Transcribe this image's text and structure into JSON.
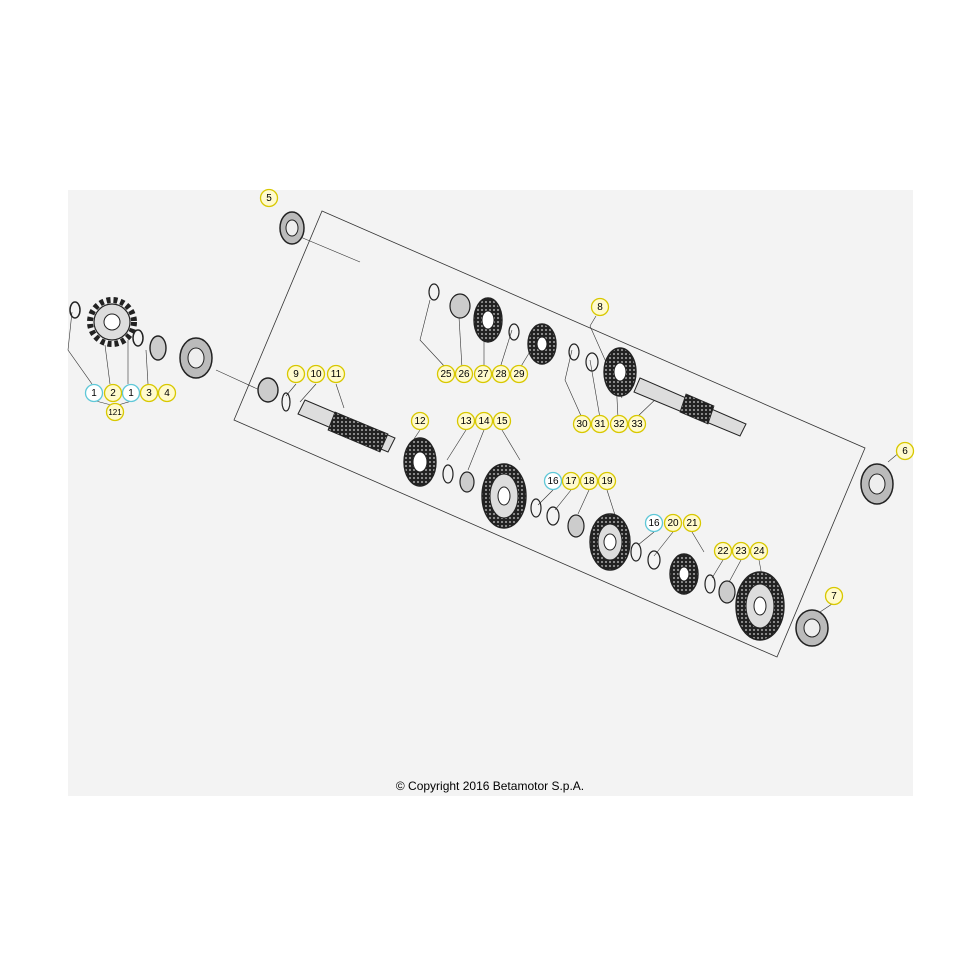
{
  "copyright": "© Copyright 2016 Betamotor S.p.A.",
  "colors": {
    "yellow_fill": "#fffacd",
    "yellow_stroke": "#d8c800",
    "cyan_fill": "#ffffff",
    "cyan_stroke": "#5fc8d8",
    "line": "#333333"
  },
  "callouts": [
    {
      "id": "c1a",
      "label": "1",
      "color": "cyan"
    },
    {
      "id": "c2",
      "label": "2",
      "color": "yellow"
    },
    {
      "id": "c1b",
      "label": "1",
      "color": "cyan"
    },
    {
      "id": "c3",
      "label": "3",
      "color": "yellow"
    },
    {
      "id": "c4",
      "label": "4",
      "color": "yellow"
    },
    {
      "id": "c121",
      "label": "121",
      "color": "yellow"
    },
    {
      "id": "c5",
      "label": "5",
      "color": "yellow"
    },
    {
      "id": "c6",
      "label": "6",
      "color": "yellow"
    },
    {
      "id": "c7",
      "label": "7",
      "color": "yellow"
    },
    {
      "id": "c8",
      "label": "8",
      "color": "yellow"
    },
    {
      "id": "c9",
      "label": "9",
      "color": "yellow"
    },
    {
      "id": "c10",
      "label": "10",
      "color": "yellow"
    },
    {
      "id": "c11",
      "label": "11",
      "color": "yellow"
    },
    {
      "id": "c12",
      "label": "12",
      "color": "yellow"
    },
    {
      "id": "c13",
      "label": "13",
      "color": "yellow"
    },
    {
      "id": "c14",
      "label": "14",
      "color": "yellow"
    },
    {
      "id": "c15",
      "label": "15",
      "color": "yellow"
    },
    {
      "id": "c16a",
      "label": "16",
      "color": "cyan"
    },
    {
      "id": "c17",
      "label": "17",
      "color": "yellow"
    },
    {
      "id": "c18",
      "label": "18",
      "color": "yellow"
    },
    {
      "id": "c19",
      "label": "19",
      "color": "yellow"
    },
    {
      "id": "c16b",
      "label": "16",
      "color": "cyan"
    },
    {
      "id": "c20",
      "label": "20",
      "color": "yellow"
    },
    {
      "id": "c21",
      "label": "21",
      "color": "yellow"
    },
    {
      "id": "c22",
      "label": "22",
      "color": "yellow"
    },
    {
      "id": "c23",
      "label": "23",
      "color": "yellow"
    },
    {
      "id": "c24",
      "label": "24",
      "color": "yellow"
    },
    {
      "id": "c25",
      "label": "25",
      "color": "yellow"
    },
    {
      "id": "c26",
      "label": "26",
      "color": "yellow"
    },
    {
      "id": "c27",
      "label": "27",
      "color": "yellow"
    },
    {
      "id": "c28",
      "label": "28",
      "color": "yellow"
    },
    {
      "id": "c29",
      "label": "29",
      "color": "yellow"
    },
    {
      "id": "c30",
      "label": "30",
      "color": "yellow"
    },
    {
      "id": "c31",
      "label": "31",
      "color": "yellow"
    },
    {
      "id": "c32",
      "label": "32",
      "color": "yellow"
    },
    {
      "id": "c33",
      "label": "33",
      "color": "yellow"
    }
  ]
}
